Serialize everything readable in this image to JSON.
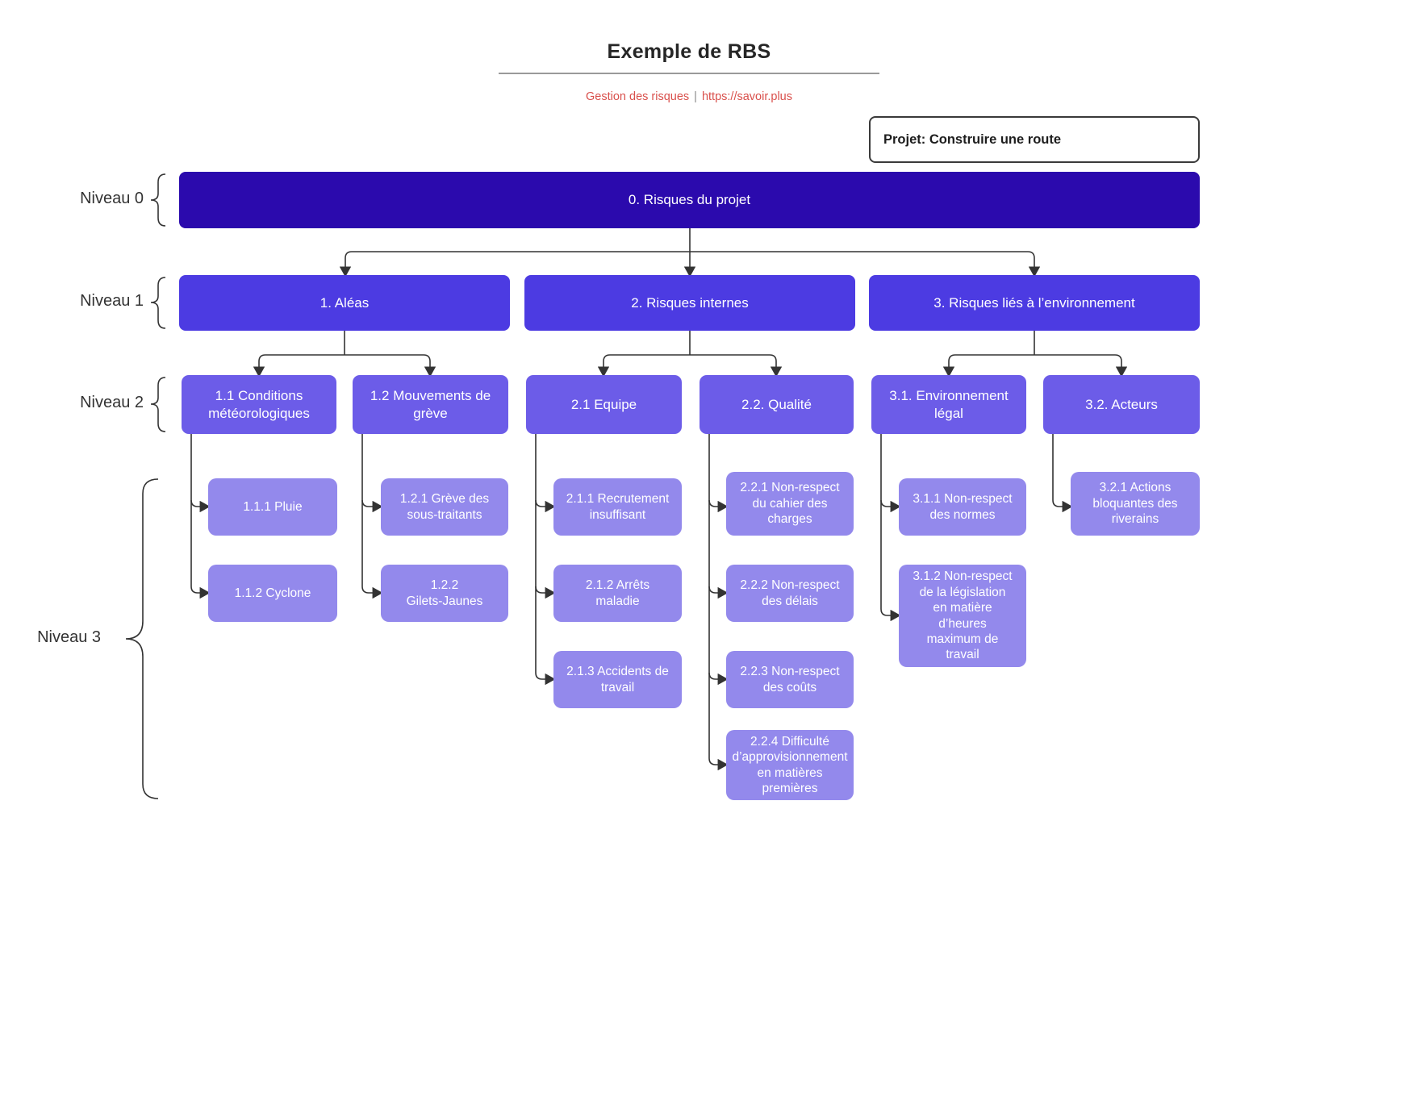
{
  "header": {
    "title": "Exemple de RBS",
    "tagline": "Gestion des risques",
    "separator": "|",
    "url": "https://savoir.plus"
  },
  "project": {
    "label": "Projet: Construire une route"
  },
  "level_labels": [
    "Niveau 0",
    "Niveau 1",
    "Niveau 2",
    "Niveau 3"
  ],
  "colors": {
    "level0": "#2b0aad",
    "level1": "#4c3be2",
    "level2": "#6c5ce8",
    "level3": "#9389ec",
    "accent": "#d9504c",
    "line": "#333333"
  },
  "nodes": {
    "root": {
      "label": "0. Risques du projet"
    },
    "aleas": {
      "label": "1. Aléas"
    },
    "internes": {
      "label": "2. Risques internes"
    },
    "environnement": {
      "label": "3. Risques liés à l’environnement"
    },
    "n11": {
      "label": "1.1 Conditions\nmétéorologiques"
    },
    "n12": {
      "label": "1.2 Mouvements de\ngrève"
    },
    "n21": {
      "label": "2.1 Equipe"
    },
    "n22": {
      "label": "2.2. Qualité"
    },
    "n31": {
      "label": "3.1. Environnement\nlégal"
    },
    "n32": {
      "label": "3.2. Acteurs"
    },
    "n111": {
      "label": "1.1.1 Pluie"
    },
    "n112": {
      "label": "1.1.2 Cyclone"
    },
    "n121": {
      "label": "1.2.1 Grève des\nsous-traitants"
    },
    "n122": {
      "label": "1.2.2\nGilets-Jaunes"
    },
    "n211": {
      "label": "2.1.1 Recrutement\ninsuffisant"
    },
    "n212": {
      "label": "2.1.2 Arrêts\nmaladie"
    },
    "n213": {
      "label": "2.1.3 Accidents de\ntravail"
    },
    "n221": {
      "label": "2.2.1 Non-respect\ndu cahier des\ncharges"
    },
    "n222": {
      "label": "2.2.2 Non-respect\ndes délais"
    },
    "n223": {
      "label": "2.2.3 Non-respect\ndes coûts"
    },
    "n224": {
      "label": "2.2.4 Difficulté\nd’approvisionnement\nen matières\npremières"
    },
    "n311": {
      "label": "3.1.1 Non-respect\ndes normes"
    },
    "n312": {
      "label": "3.1.2 Non-respect\nde la législation\nen matière\nd’heures\nmaximum de\ntravail"
    },
    "n321": {
      "label": "3.2.1 Actions\nbloquantes des\nriverains"
    }
  }
}
